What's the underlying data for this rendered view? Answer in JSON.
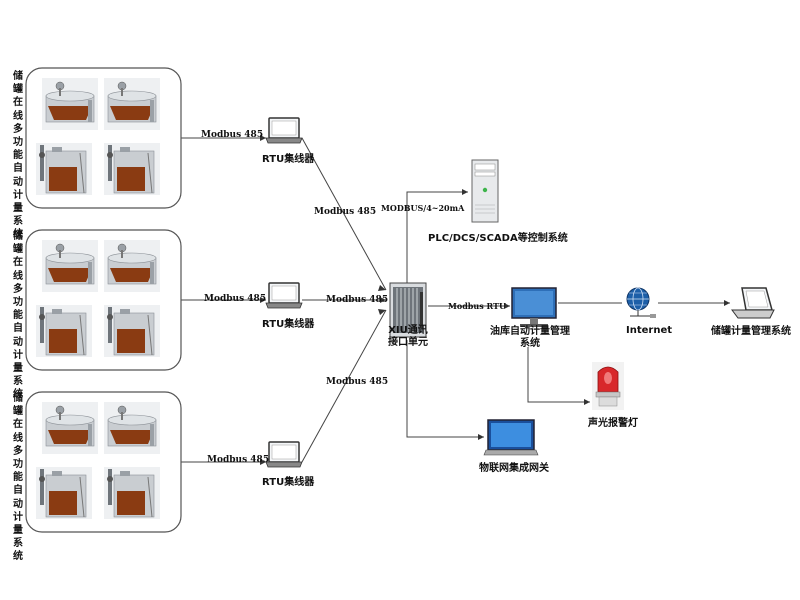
{
  "groups": [
    {
      "label": "储罐在线多功能自动计量系统",
      "link": "Modbus 485",
      "rtu": "RTU集线器"
    },
    {
      "label": "储罐在线多功能自动计量系统",
      "link": "Modbus 485",
      "rtu": "RTU集线器"
    },
    {
      "label": "储罐在线多功能自动计量系统",
      "link": "Modbus 485",
      "rtu": "RTU集线器"
    }
  ],
  "links": {
    "rtu1_to_xiu": "Modbus 485",
    "rtu2_to_xiu": "Modbus 485",
    "rtu3_to_xiu": "Modbus 485",
    "xiu_to_plc": "MODBUS/4~20mA",
    "xiu_to_pc": "Modbus RTU"
  },
  "nodes": {
    "xiu": "XIU通讯接口单元",
    "plc": "PLC/DCS/SCADA等控制系统",
    "pc": "油库自动计量管理系统",
    "internet": "Internet",
    "laptop": "储罐计量管理系统",
    "alarm": "声光报警灯",
    "iot": "物联网集成网关"
  },
  "colors": {
    "line": "#444444",
    "box_border": "#555555",
    "oil": "#8a3b12",
    "tank": "#c9cdd1",
    "screen": "#4a8fd6"
  }
}
